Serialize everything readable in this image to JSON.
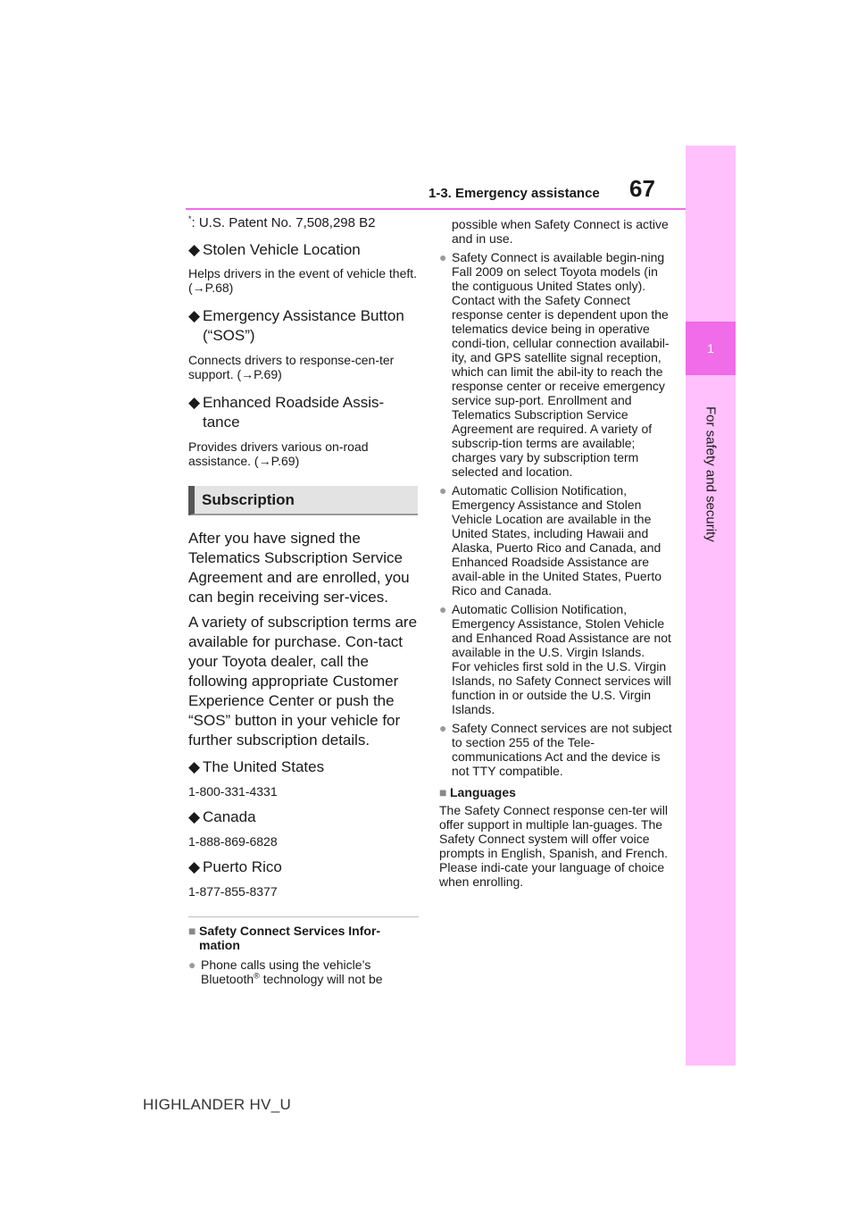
{
  "header": {
    "section_title": "1-3. Emergency assistance",
    "page_number": "67"
  },
  "side_tab": {
    "chapter_number": "1",
    "chapter_label": "For safety and security"
  },
  "left": {
    "patent_star": "*",
    "patent_text": ": U.S. Patent No. 7,508,298 B2",
    "items": [
      {
        "head": "Stolen Vehicle Location",
        "desc": "Helps drivers in the event of vehicle theft. (→P.68)"
      },
      {
        "head": "Emergency Assistance Button (“SOS”)",
        "desc": "Connects drivers to response-cen-ter support. (→P.69)"
      },
      {
        "head": "Enhanced Roadside Assis-tance",
        "desc": "Provides drivers various on-road assistance. (→P.69)"
      }
    ],
    "subscription_title": "Subscription",
    "para1": "After you have signed the Telematics Subscription Service Agreement and are enrolled, you can begin receiving ser-vices.",
    "para2": "A variety of subscription terms are available for purchase. Con-tact your Toyota dealer, call the following appropriate Customer Experience Center or push the “SOS” button in your vehicle for further subscription details.",
    "regions": [
      {
        "name": "The United States",
        "phone": "1-800-331-4331"
      },
      {
        "name": "Canada",
        "phone": "1-888-869-6828"
      },
      {
        "name": "Puerto Rico",
        "phone": "1-877-855-8377"
      }
    ],
    "note_title": "Safety Connect Services Infor-mation",
    "note_bullet_a": "Phone calls using the vehicle’s Bluetooth",
    "note_bullet_reg": "®",
    "note_bullet_b": " technology will not be"
  },
  "right": {
    "continued": "possible when Safety Connect is active and in use.",
    "bullets": [
      "Safety Connect is available begin-ning Fall 2009 on select Toyota models (in the contiguous United States only). Contact with the Safety Connect response center is dependent upon the telematics device being in operative condi-tion, cellular connection availabil-ity, and GPS satellite signal reception, which can limit the abil-ity to reach the response center or receive emergency service sup-port. Enrollment and Telematics Subscription Service Agreement are required. A variety of subscrip-tion terms are available; charges vary by subscription term selected and location.",
      "Automatic Collision Notification, Emergency Assistance and Stolen Vehicle Location are available in the United States, including Hawaii and Alaska, Puerto Rico and Canada, and Enhanced Roadside Assistance are avail-able in the United States, Puerto Rico and Canada.",
      "Automatic Collision Notification, Emergency Assistance, Stolen Vehicle and Enhanced Road Assistance are not available in the U.S. Virgin Islands.",
      "Safety Connect services are not subject to section 255 of the Tele-communications Act and the device is not TTY compatible."
    ],
    "virgin_extra": "For vehicles first sold in the U.S. Virgin Islands, no Safety Connect services will function in or outside the U.S. Virgin Islands.",
    "languages_title": "Languages",
    "languages_text": "The Safety Connect response cen-ter will offer support in multiple lan-guages. The Safety Connect system will offer voice prompts in English, Spanish, and French. Please indi-cate your language of choice when enrolling."
  },
  "footer": "HIGHLANDER HV_U"
}
